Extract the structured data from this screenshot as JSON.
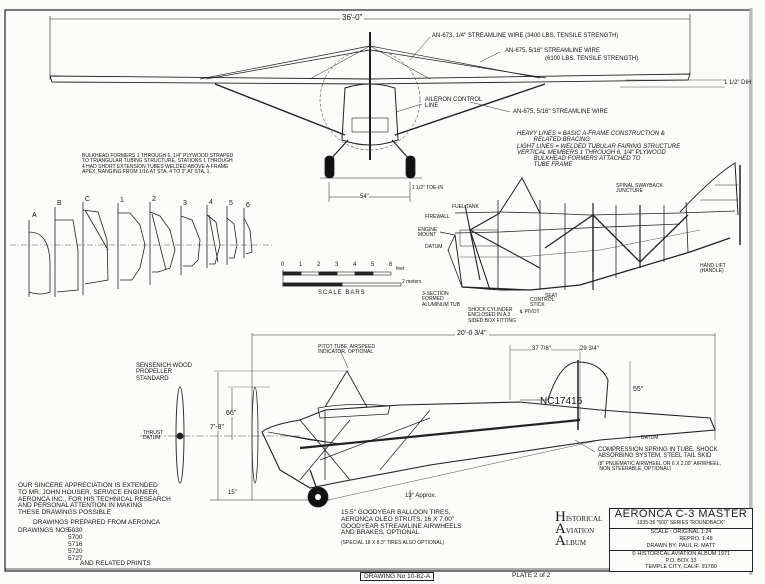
{
  "drawing": {
    "title": "AERONCA C-3 MASTER",
    "subtitle": "1935-36 \"500\" SERIES \"ROUNDBACK\"",
    "scale_label": "SCALE : ORIGINAL   1:24",
    "repro_label": "REPRO.   1:48",
    "drawn_by": "DRAWN BY: PAUL R. MATT",
    "copyright": "© HISTORICAL AVIATION ALBUM 1971",
    "po_box": "P.O. BOX 33",
    "city": "TEMPLE CITY, CALIF. 91780",
    "drawing_number": "DRAWING No 10-82-A",
    "plate": "PLATE 2 of 2",
    "logo": {
      "line1": "ISTORICAL",
      "line2": "VIATION",
      "line3": "LBUM",
      "initials": [
        "H",
        "A",
        "A"
      ]
    }
  },
  "front_view": {
    "span": "36'-0\"",
    "wire_1": "AN-673, 1/4\" STREAMLINE WIRE (3400 lbs. TENSILE STRENGTH)",
    "wire_2": "AN-675, 5/16\" STREAMLINE WIRE",
    "wire_2_strength": "(6100 lbs. TENSILE STRENGTH)",
    "wire_3": "AN-675, 5/16\" STREAMLINE WIRE",
    "aileron": "AILERON CONTROL\nLINE",
    "dihedral": "1 1/2\" DIH",
    "track": "54\"",
    "toe_in": "1 1/2\" TOE-IN"
  },
  "bulkhead_note": "BULKHEAD FORMERS 1 THROUGH 6, 1/4\" PLYWOOD STRAPED\nTO TRIANGULAR TUBING STRUCTURE, STATIONS 1 THROUGH\n4 HAD SHORT EXTENSION TUBES WELDED ABOVE A-FRAME\nAPEX, RANGING FROM 1/16 AT STA. 4 TO 2\" AT STA. 1.",
  "stations": [
    "A",
    "B",
    "C",
    "1",
    "2",
    "3",
    "4",
    "5",
    "6"
  ],
  "structure_note": "HEAVY LINES = BASIC A-FRAME CONSTRUCTION &\n          RELATED BRACING\nLIGHT LINES = WELDED TUBULAR FAIRING STRUCTURE\nVERTICAL MEMBERS 1 THROUGH 6, 1/4\" PLYWOOD\n          BULKHEAD FORMERS ATTACHED TO\n          TUBE FRAME",
  "frame_labels": {
    "fuel_tank": "FUEL TANK",
    "firewall": "FIREWALL",
    "engine_mount": "ENGINE\nMOUNT",
    "datum": "DATUM",
    "spinal": "SPINAL SWAYBACK\nJUNCTURE",
    "hand_lift": "HAND LIFT\n(HANDLE)",
    "tub": "3-SECTION\nFORMED\nALUMINUM TUB",
    "shock": "SHOCK CYLINDER\nENCLOSED IN A 3\nSIDED BOX FITTING",
    "pivot": "℄ PIVOT",
    "stick": "CONTROL\nSTICK",
    "seat": "SEAT"
  },
  "scale_bars": {
    "feet_ticks": [
      "0",
      "1",
      "2",
      "3",
      "4",
      "5",
      "6"
    ],
    "feet_unit": "feet",
    "meters_unit": "2 meters",
    "caption": "SCALE BARS"
  },
  "side_view": {
    "length": "20'-0 3/4\"",
    "fin_fwd": "37 7/8\"",
    "fin_aft": "29 3/4\"",
    "fin_height": "55\"",
    "height_total": "7'-8\"",
    "prop_height": "66\"",
    "ground_clear": "15\"",
    "ground_angle": "13° Approx.",
    "registration": "NC17416",
    "propeller": "SENSENICH WOOD\nPROPELLER\nSTANDARD",
    "pitot": "PITOT TUBE, AIRSPEED\nINDICATOR, OPTIONAL",
    "thrust": "THRUST\nDATUM",
    "datum": "DATUM",
    "tail_skid": "COMPRESSION SPRING IN TUBE, SHOCK\nABSORBING SYSTEM, STEEL TAIL SKID",
    "tail_skid_opt": "(8\" PNUEMATIC AIRWHEEL OR 6 x 2.00\" AIRWHEEL,\n NON STEERABLE, OPTIONAL)",
    "tires": "15.5\" GOODYEAR BALLOON TIRES,\nAERONCA OLEO STRUTS, 16 x 7.00\"\nGOODYEAR STREAMLINE AIRWHEELS\nAND BRAKES, OPTIONAL",
    "tires_opt": "(SPECIAL 18 x 8.3\" TIRES ALSO OPTIONAL)"
  },
  "acknowledgement": "OUR SINCERE APPRECIATION IS EXTENDED\nTO MR. JOHN HOUSER, SERVICE ENGINEER,\nAERONCA INC., FOR HIS TECHNICAL RESEARCH\nAND PERSONAL ATTENTION IN MAKING\nTHESE DRAWINGS POSSIBLE",
  "prepared": "DRAWINGS PREPARED FROM AERONCA",
  "drawing_nos_label": "DRAWINGS NOs.",
  "drawing_nos": [
    "5030",
    "5700",
    "5716",
    "5720",
    "5727"
  ],
  "related": "AND RELATED PRINTS"
}
